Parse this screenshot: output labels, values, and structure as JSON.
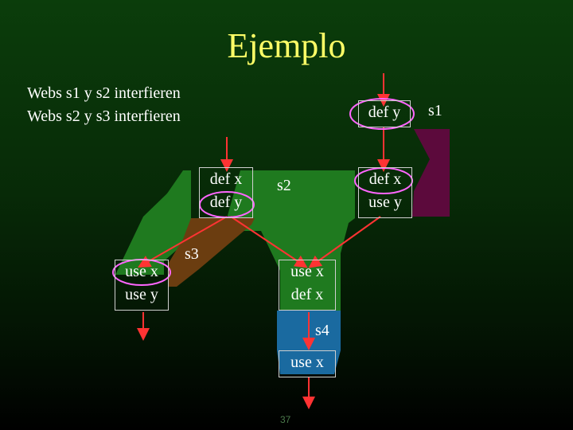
{
  "title": "Ejemplo",
  "intro_lines": [
    "Webs s1 y s2 interfieren",
    "Webs s2 y s3 interfieren"
  ],
  "nodes": {
    "top_right": [
      "def y"
    ],
    "mid_left": [
      "def x",
      "def y"
    ],
    "mid_right": [
      "def x",
      "use y"
    ],
    "bottom_left": [
      "use x",
      "use y"
    ],
    "center": [
      "use x",
      "def x"
    ],
    "bottom_center": [
      "use x"
    ]
  },
  "web_labels": {
    "s1": "s1",
    "s2": "s2",
    "s3": "s3",
    "s4": "s4"
  },
  "colors": {
    "background_top": "#0b3d0b",
    "title": "#ffff66",
    "web_s1": "#5c0a3c",
    "web_s2": "#1f7a1f",
    "web_s3": "#6b3d10",
    "web_s4": "#1a6aa0",
    "edge": "#ff3333",
    "highlight_ellipse": "#ff66ff"
  },
  "page_number": "37"
}
